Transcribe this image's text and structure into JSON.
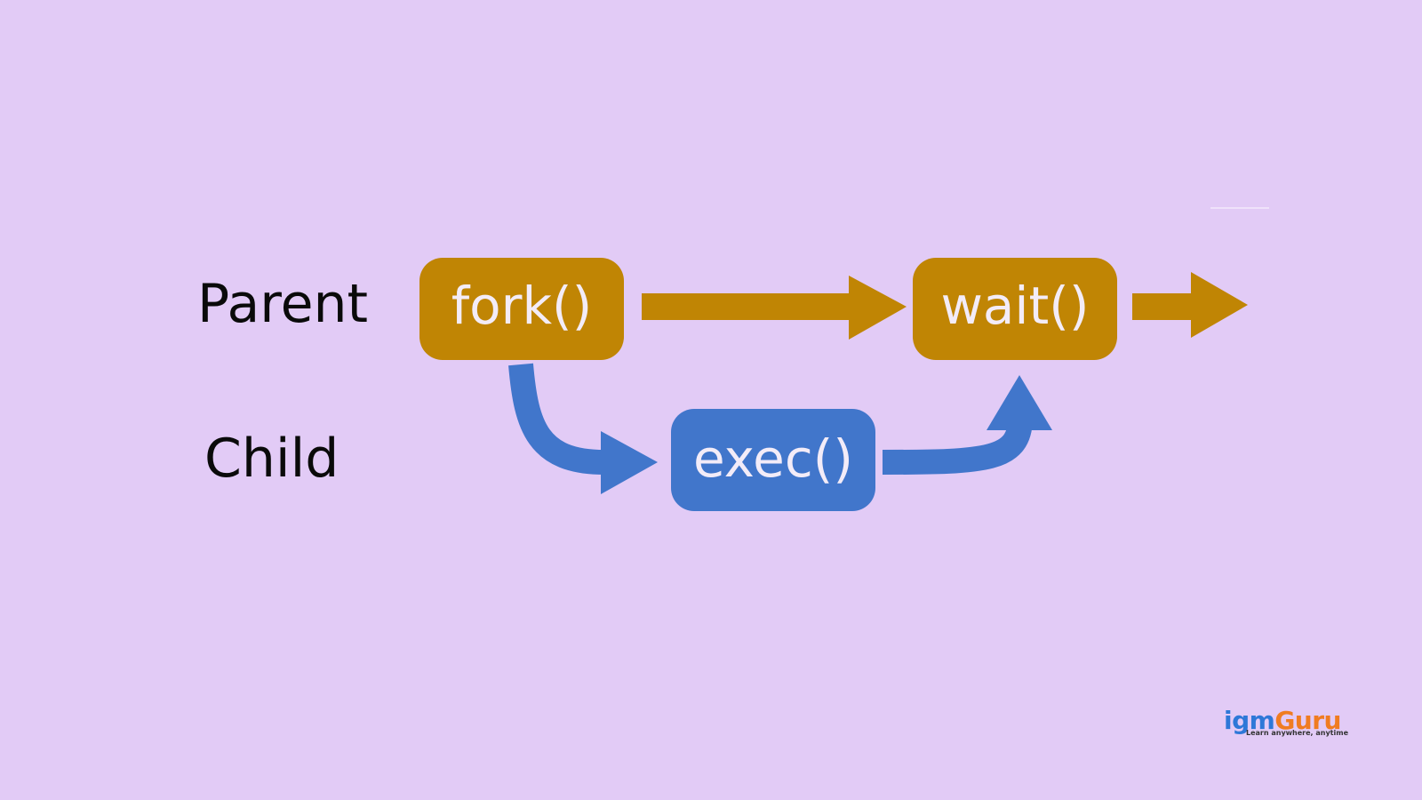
{
  "colors": {
    "background": "#e2cbf6",
    "parent": "#c08504",
    "child": "#4176cb",
    "label_text": "#0a0a0a",
    "node_text": "#f3ecf8",
    "logo_igm": "#2e78d8",
    "logo_guru": "#f07c21"
  },
  "lanes": {
    "parent": "Parent",
    "child": "Child"
  },
  "nodes": {
    "fork": "fork()",
    "wait": "wait()",
    "exec": "exec()"
  },
  "logo": {
    "part1": "igm",
    "part2": "Guru",
    "tagline": "Learn anywhere, anytime"
  }
}
